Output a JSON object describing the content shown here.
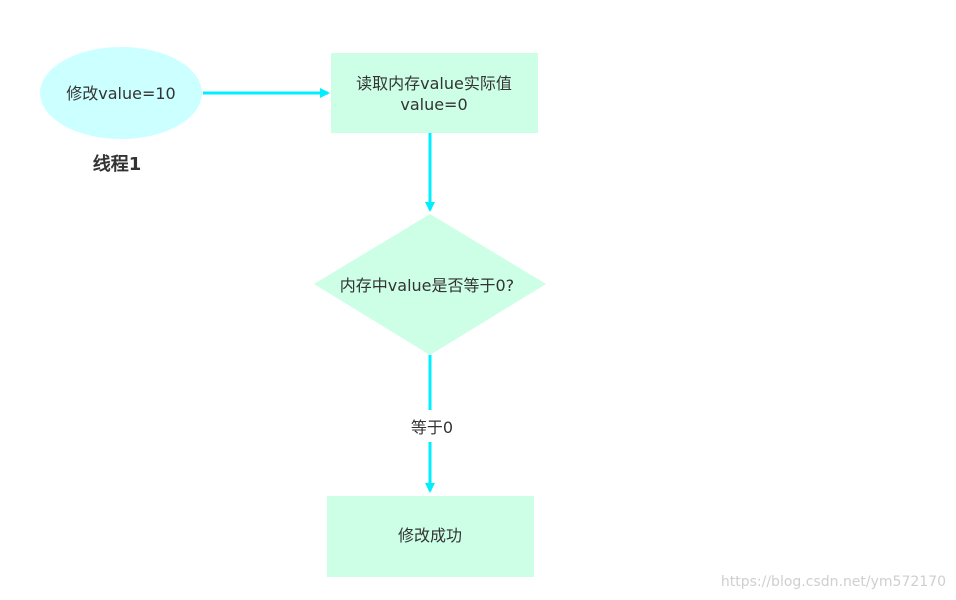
{
  "colors": {
    "ellipse_fill": "#ccffff",
    "box_fill": "#ccffe6",
    "arrow": "#00eeff",
    "text": "#333333",
    "watermark": "#c8c8c8"
  },
  "nodes": {
    "start": {
      "label": "修改value=10"
    },
    "thread": {
      "label": "线程1"
    },
    "read": {
      "line1": "读取内存value实际值",
      "line2": "value=0"
    },
    "decision": {
      "label": "内存中value是否等于0?"
    },
    "edge_label": "等于0",
    "success": {
      "label": "修改成功"
    }
  },
  "watermark": "https://blog.csdn.net/ym572170"
}
